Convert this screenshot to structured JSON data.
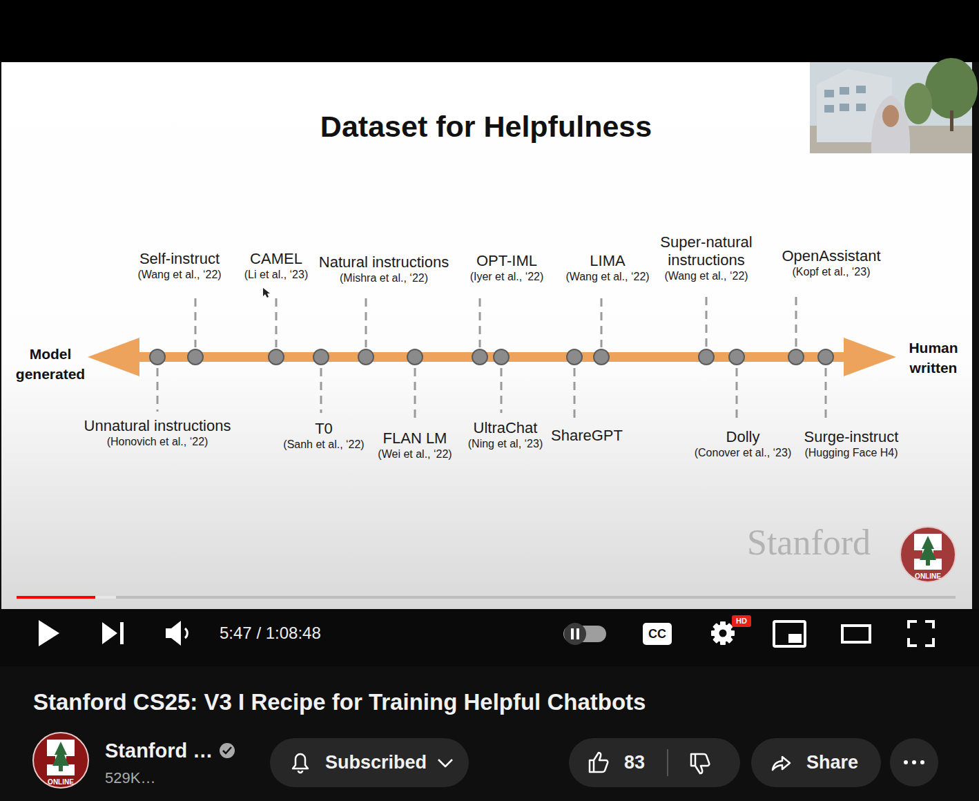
{
  "diagram": {
    "title": "Dataset for Helpfulness",
    "nodes": [
      {
        "text": [
          "Unnatural instructions",
          "(Honovich et al., ‘22)"
        ]
      },
      {
        "text": [
          "Self-instruct",
          "(Wang et al., ‘22)"
        ]
      },
      {
        "text": [
          "CAMEL",
          "(Li et al., ‘23)"
        ]
      },
      {
        "text": [
          "T0",
          "(Sanh et al., ‘22)"
        ]
      },
      {
        "text": [
          "Natural instructions",
          "(Mishra et al., ‘22)"
        ]
      },
      {
        "text": [
          "FLAN LM",
          "(Wei et al., ‘22)"
        ]
      },
      {
        "text": [
          "OPT-IML",
          "(Iyer et al., ‘22)"
        ]
      },
      {
        "text": [
          "UltraChat",
          "(Ning et al, ‘23)"
        ]
      },
      {
        "text": [
          "ShareGPT"
        ]
      },
      {
        "text": [
          "LIMA",
          "(Wang et al., ‘22)"
        ]
      },
      {
        "text": [
          "Super-natural instructions",
          "(Wang et al., ‘22)"
        ]
      },
      {
        "text": [
          "Dolly",
          "(Conover et al., ‘23)"
        ]
      },
      {
        "text": [
          "OpenAssistant",
          "(Kopf et al., ‘23)"
        ]
      },
      {
        "text": [
          "Surge-instruct",
          "(Hugging Face H4)"
        ]
      },
      {
        "text": [
          "CC"
        ]
      },
      {
        "text": [
          "HD"
        ]
      },
      {
        "text": [
          "Subscribed"
        ]
      },
      {
        "text": [
          "83"
        ]
      },
      {
        "text": [
          "Share"
        ]
      }
    ],
    "labels": [
      "Model generated",
      "Human written",
      "Stanford",
      "ONLINE",
      "5:47 / 1:08:48",
      "Stanford CS25: V3 I Recipe for Training Helpful Chatbots",
      "ONLINE",
      "Stanford …",
      "529K…"
    ]
  }
}
